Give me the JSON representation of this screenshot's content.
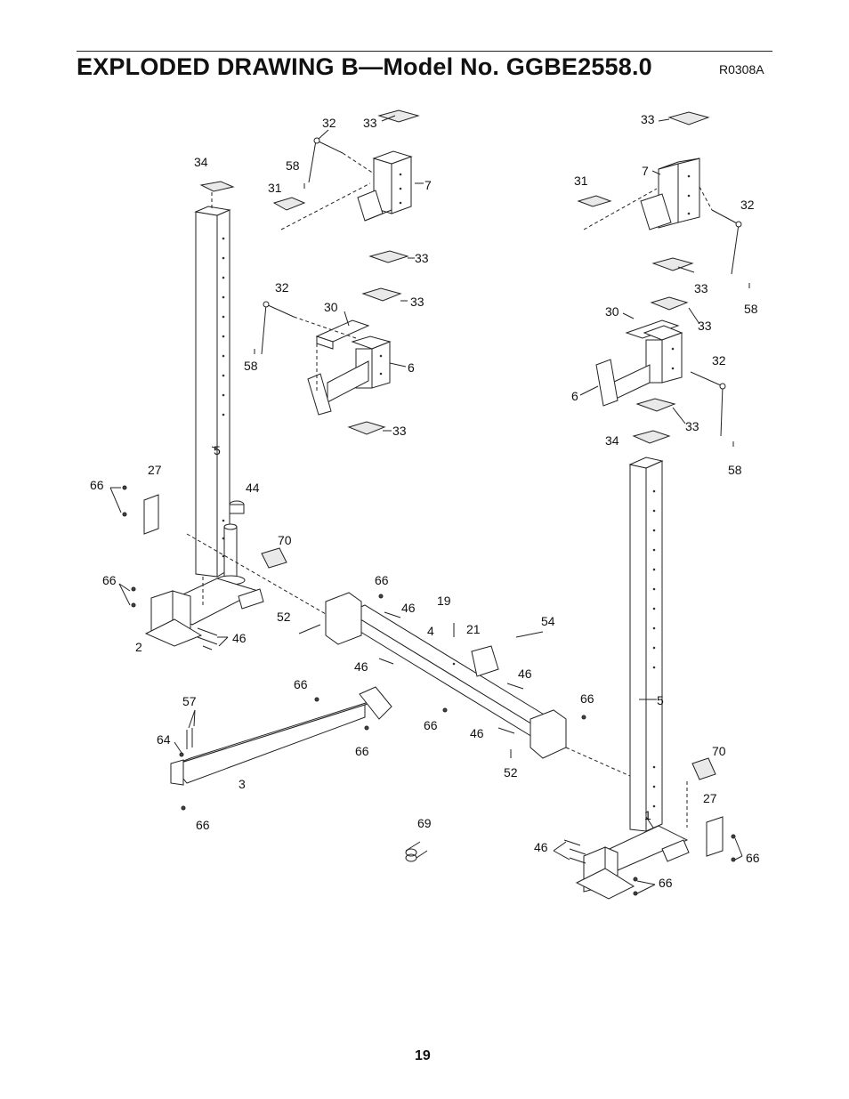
{
  "header": {
    "title": "EXPLODED DRAWING B—Model No. GGBE2558.0",
    "code": "R0308A"
  },
  "footer": {
    "page_number": "19"
  },
  "callouts": {
    "c32a": "32",
    "c33a": "33",
    "c34a": "34",
    "c58a": "58",
    "c31a": "31",
    "c7a": "7",
    "c33b": "33",
    "c32b": "32",
    "c30a": "30",
    "c33c": "33",
    "c58b": "58",
    "c6a": "6",
    "c33d": "33",
    "c5a": "5",
    "c33e": "33",
    "c7b": "7",
    "c31b": "31",
    "c32c": "32",
    "c33f": "33",
    "c58c": "58",
    "c30b": "30",
    "c33g": "33",
    "c32d": "32",
    "c6b": "6",
    "c33h": "33",
    "c34b": "34",
    "c58d": "58",
    "c66a": "66",
    "c27a": "27",
    "c44": "44",
    "c70a": "70",
    "c66b": "66",
    "c2": "2",
    "c46a": "46",
    "c66c": "66",
    "c46b": "46",
    "c52a": "52",
    "c19": "19",
    "c4": "4",
    "c21": "21",
    "c54": "54",
    "c46c": "46",
    "c46d": "46",
    "c66d": "66",
    "c57": "57",
    "c64": "64",
    "c66e": "66",
    "c66f": "66",
    "c46e": "46",
    "c66g": "66",
    "c5b": "5",
    "c52b": "52",
    "c3": "3",
    "c66h": "66",
    "c70b": "70",
    "c27b": "27",
    "c1": "1",
    "c69": "69",
    "c46f": "46",
    "c66i": "66",
    "c66j": "66"
  }
}
